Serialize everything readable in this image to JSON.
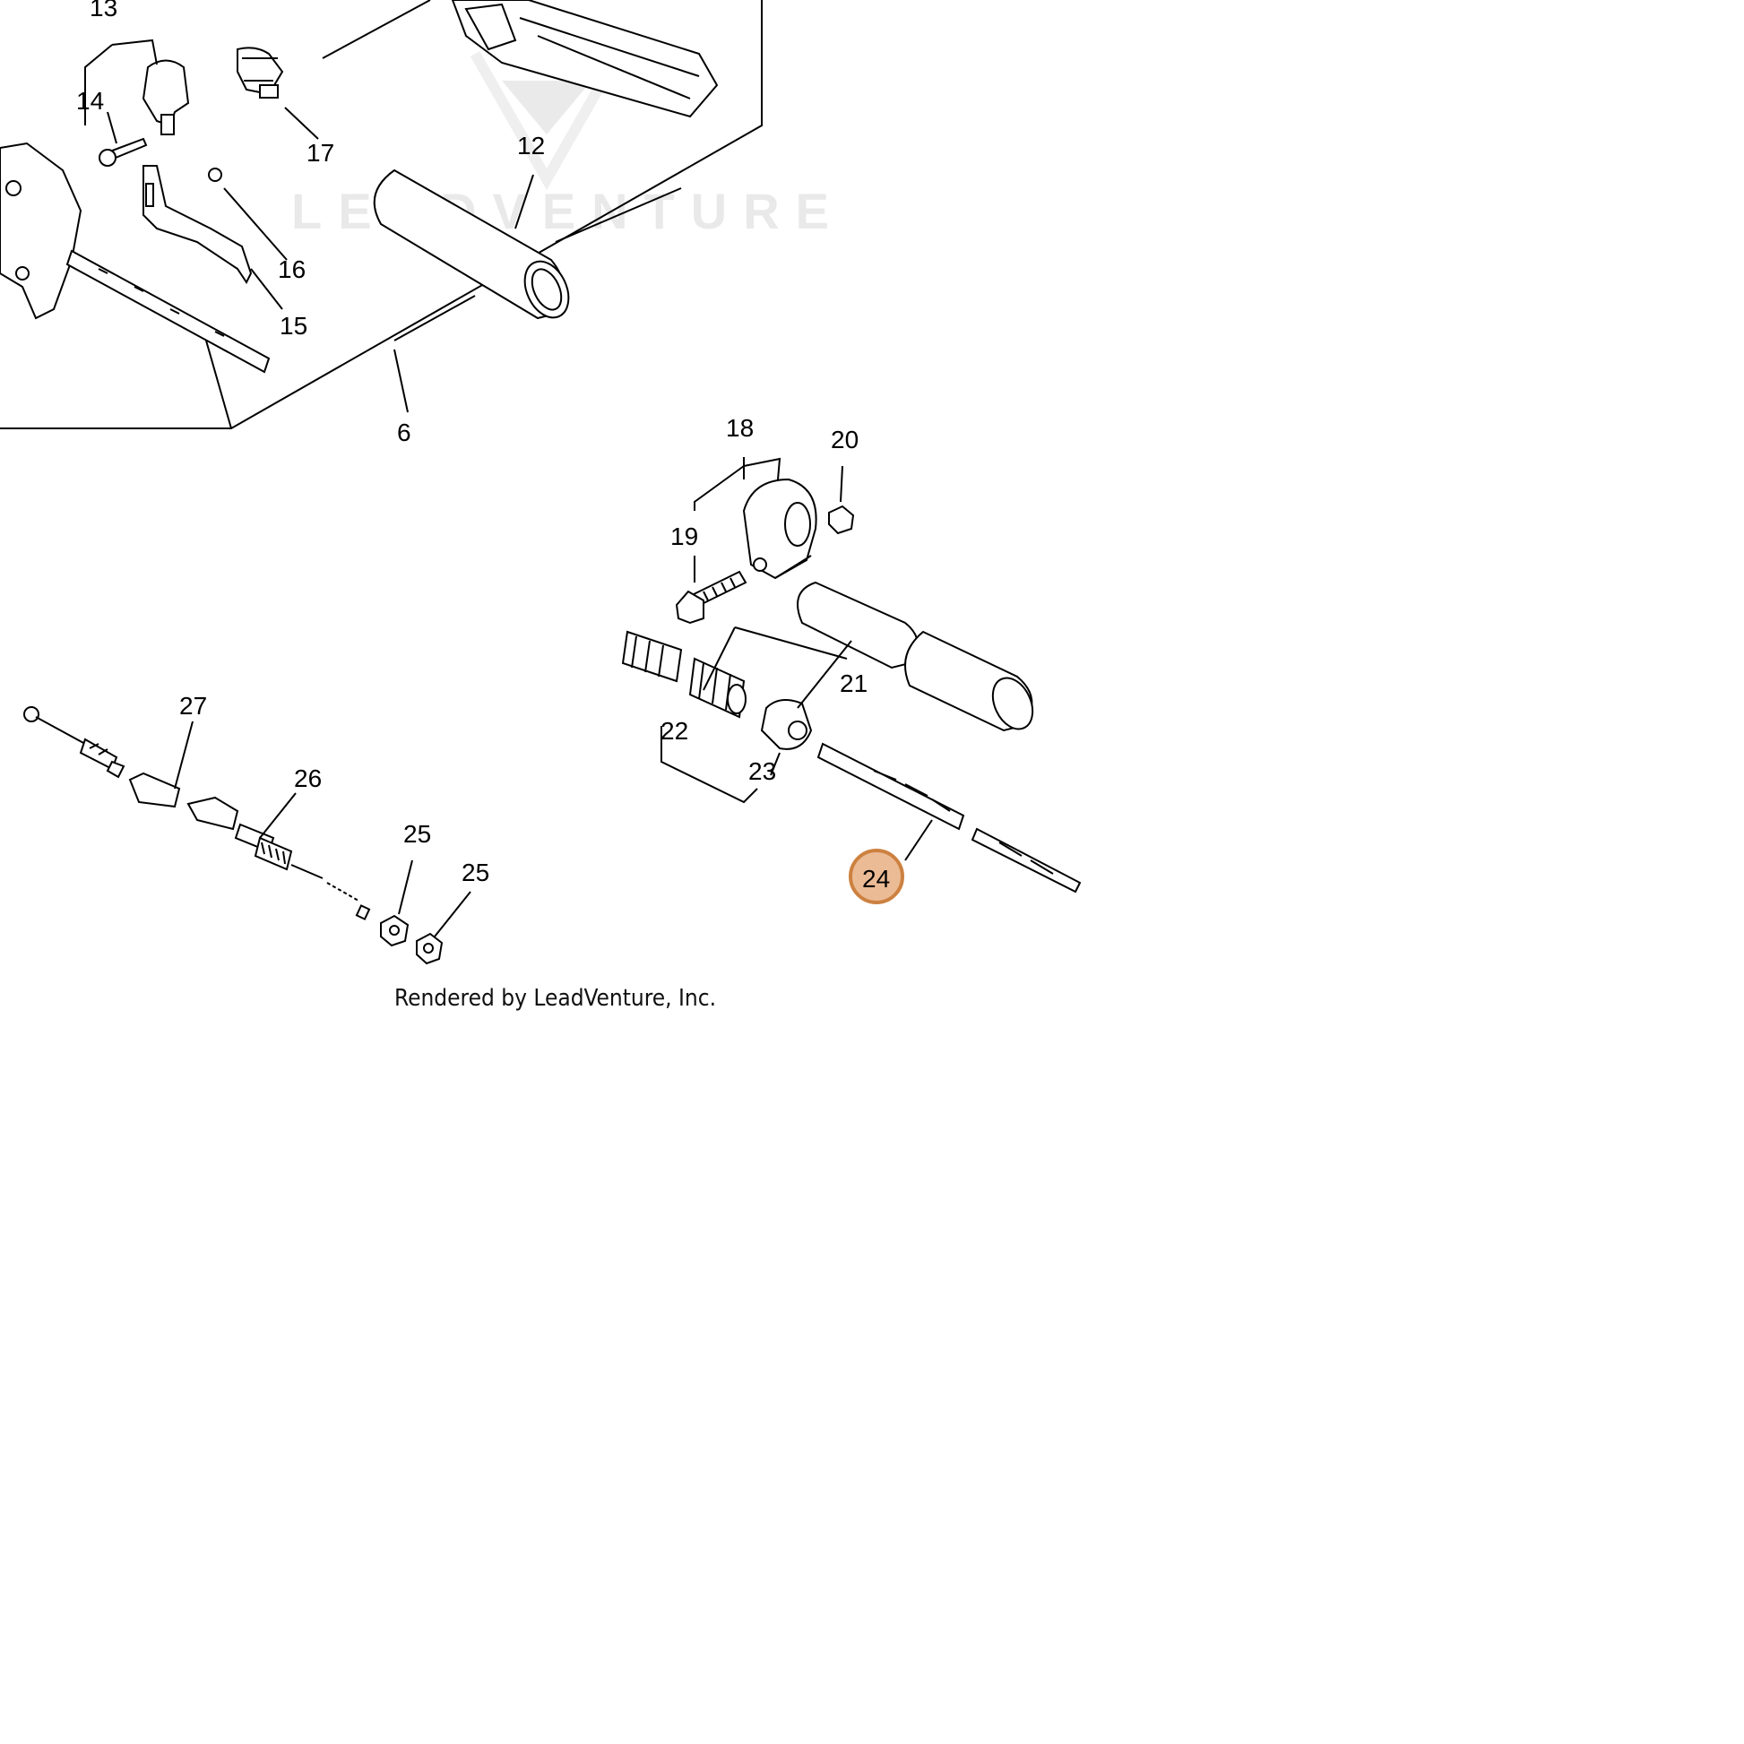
{
  "diagram": {
    "callouts": [
      "13",
      "14",
      "17",
      "12",
      "16",
      "15",
      "6",
      "18",
      "20",
      "19",
      "21",
      "22",
      "23",
      "24",
      "27",
      "26",
      "25",
      "25"
    ],
    "highlighted_callout": "24",
    "highlight_color": "#e9b48a",
    "watermark": "LEADVENTURE",
    "credit": "Rendered by LeadVenture, Inc."
  }
}
